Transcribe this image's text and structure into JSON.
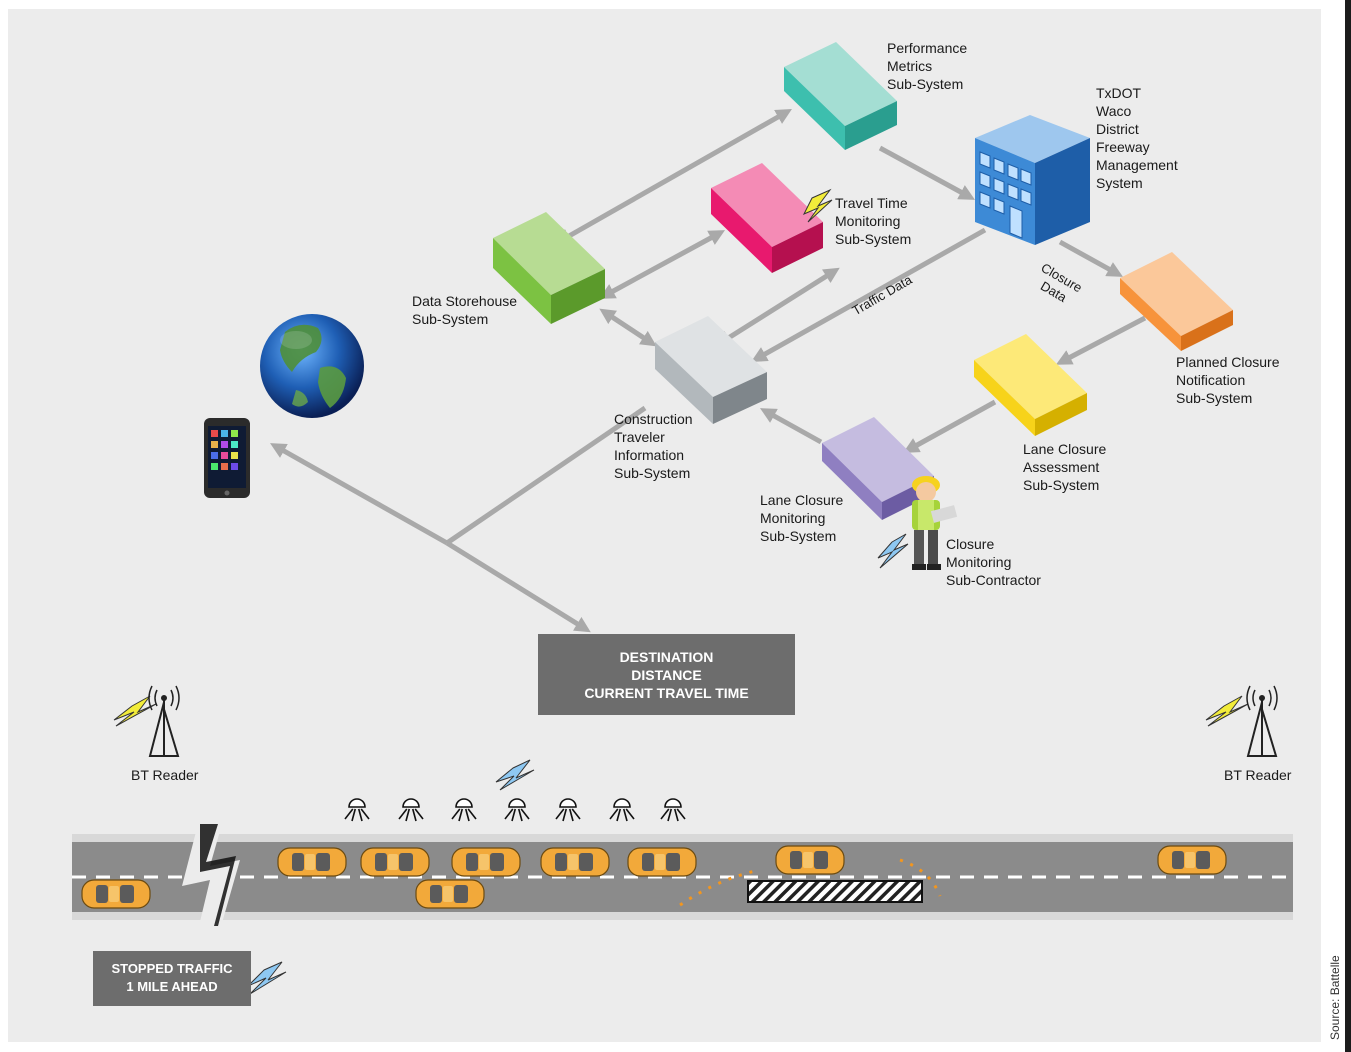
{
  "labels": {
    "performance": "Performance\nMetrics\nSub-System",
    "txdot": "TxDOT\nWaco\nDistrict\nFreeway\nManagement\nSystem",
    "travel_time": "Travel Time\nMonitoring\nSub-System",
    "data_storehouse": "Data Storehouse\nSub-System",
    "traffic_data": "Traffic Data",
    "closure_data": "Closure\nData",
    "planned_closure": "Planned Closure\nNotification\nSub-System",
    "construction": "Construction\nTraveler\nInformation\nSub-System",
    "lane_assessment": "Lane Closure\nAssessment\nSub-System",
    "lane_monitoring": "Lane Closure\nMonitoring\nSub-System",
    "closure_contractor": "Closure\nMonitoring\nSub-Contractor",
    "bt_reader_left": "BT Reader",
    "bt_reader_right": "BT Reader"
  },
  "signs": {
    "destination": "DESTINATION\nDISTANCE\nCURRENT TRAVEL TIME",
    "stopped": "STOPPED TRAFFIC\n1 MILE AHEAD"
  },
  "source": "Source: Battelle",
  "colors": {
    "performance": "#3dbfae",
    "travel_time": "#e8196e",
    "data_storehouse": "#7cc242",
    "planned_closure": "#f7933b",
    "lane_assessment": "#f7d31a",
    "lane_monitoring": "#8f7fc1",
    "construction": "#b2b8bc",
    "building": "#2b7bc5",
    "arrow": "#a9a9a9",
    "car": "#f2a93a",
    "road": "#8b8b8b"
  },
  "icons": [
    "globe-icon",
    "smartphone-icon",
    "building-icon",
    "worker-icon",
    "bluetooth-tower-icon",
    "lightning-icon",
    "sensor-icon",
    "car-icon"
  ]
}
